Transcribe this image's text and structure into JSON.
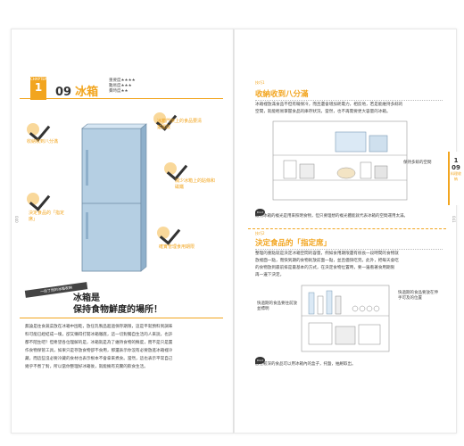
{
  "left": {
    "chapter_label": "CHAPTER",
    "chapter_number": "1",
    "title_number": "09",
    "title_text": "冰箱",
    "ratings": [
      "重要度★★★★",
      "難易度★★★",
      "費時度★★"
    ],
    "annotations": {
      "a1": "冰箱門架上的食品要清楚擺取",
      "a2": "收納收到八分滿",
      "a3": "減少冰箱上的貼條和磁鐵",
      "a4": "決定食品的「指定席」",
      "a5": "確實管理食用期限"
    },
    "banner": "一目了然的冰箱收納",
    "headline_1": "冰箱是",
    "headline_2": "保持食物鮮度的場所！",
    "body": [
      "無論是往食蔬菜放在冰箱中囤乾，放任乳製品超過保存期限，這是平就預料到調味",
      "料可能已經結成一塊，卻又懶得打開冰箱徹底，這一切對獨自生活的人來說，也許",
      "都不陌生吧？但希望各位理解的是，冰箱就是為了維持食物的鮮度，而不是只是置",
      "作食物保管工具，如果只是存放食物卻不食用，那還表示你沒有必要放進冰箱裡冷",
      "藏，而這些沒必要冷藏的食材也表示根本不會拿來煮食。當然，這也表示平常自己",
      "幾乎不煮了對，所以當你整理好冰箱後，就能擁有充實的飲食生活。"
    ],
    "page_no": "040"
  },
  "right": {
    "sec1_label": "技巧1",
    "sec1_title": "收納收到八分滿",
    "sec1_body": [
      "冰箱裡放滿食品不但有礙保冷，而且還會增加耗電力，相反地，若是能維持多餘的",
      "空間，就能輕易掌握食品的庫存狀況，當然，也不再需要更大容量的冰箱。"
    ],
    "callout1": "保持多餘的空間",
    "point_label": "Point",
    "note1": "最然冰箱的複光是用來照明食物，但只要理想的複光體能就代表冰箱的空間運用太滿。",
    "sec2_label": "技巧2",
    "sec2_title": "決定食品的「指定席」",
    "sec2_body": [
      "整理的重點就是決定冰箱空間的容量，例如食用期限還有很長一段時間的食物就",
      "放裡面一點，而快到期的食物則放前面一點，並且儘快吃完。此外，把每天會吃",
      "的食物放到最前排是最基本的方式，在決定食物位置時，要一邊看著食用期限",
      "再一邊下決定。"
    ],
    "callout2": "快過期的食品要往前放並標明",
    "callout3": "快過期的食品要放在伸手可及的位置",
    "note2": "放在較深的食品可以用冰箱內的盒子，托盤，抽屜取出。",
    "tab_number": "1",
    "tab_sub": "09",
    "tab_text": "料理收納",
    "page_no": "041"
  },
  "colors": {
    "accent": "#f2a51f",
    "fridge": "#b5cfe3"
  }
}
